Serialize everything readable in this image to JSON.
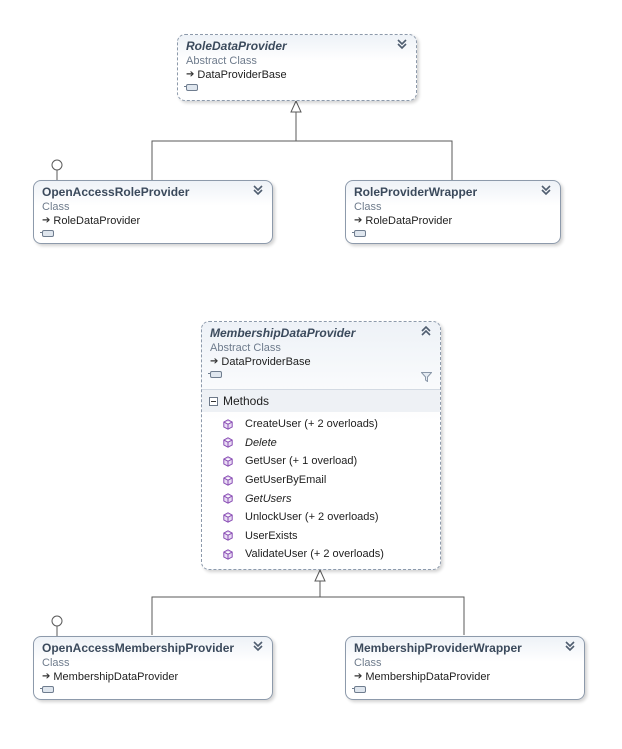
{
  "diagrams": {
    "role": {
      "base": {
        "name": "RoleDataProvider",
        "stereotype": "Abstract Class",
        "inherits": "DataProviderBase"
      },
      "children": [
        {
          "name": "OpenAccessRoleProvider",
          "stereotype": "Class",
          "inherits": "RoleDataProvider",
          "has_interface": true
        },
        {
          "name": "RoleProviderWrapper",
          "stereotype": "Class",
          "inherits": "RoleDataProvider",
          "has_interface": false
        }
      ]
    },
    "membership": {
      "base": {
        "name": "MembershipDataProvider",
        "stereotype": "Abstract Class",
        "inherits": "DataProviderBase",
        "section_label": "Methods",
        "methods": [
          {
            "name": "CreateUser (+ 2 overloads)",
            "abstract": false
          },
          {
            "name": "Delete",
            "abstract": true
          },
          {
            "name": "GetUser (+ 1 overload)",
            "abstract": false
          },
          {
            "name": "GetUserByEmail",
            "abstract": false
          },
          {
            "name": "GetUsers",
            "abstract": true
          },
          {
            "name": "UnlockUser (+ 2 overloads)",
            "abstract": false
          },
          {
            "name": "UserExists",
            "abstract": false
          },
          {
            "name": "ValidateUser (+ 2 overloads)",
            "abstract": false
          }
        ]
      },
      "children": [
        {
          "name": "OpenAccessMembershipProvider",
          "stereotype": "Class",
          "inherits": "MembershipDataProvider",
          "has_interface": true
        },
        {
          "name": "MembershipProviderWrapper",
          "stereotype": "Class",
          "inherits": "MembershipDataProvider",
          "has_interface": false
        }
      ]
    }
  },
  "icons": {
    "collapsed_toggle": "double-chevron-down-icon",
    "expanded_toggle": "double-chevron-up-icon",
    "inheritance": "inheritance-arrow-icon",
    "method": "method-cube-icon",
    "filter": "filter-icon",
    "interface": "lollipop-interface-icon"
  },
  "colors": {
    "border": "#8d9aab",
    "title": "#3b4a5c",
    "method_icon": "#8a4fb5",
    "connector": "#5a5a5a"
  }
}
